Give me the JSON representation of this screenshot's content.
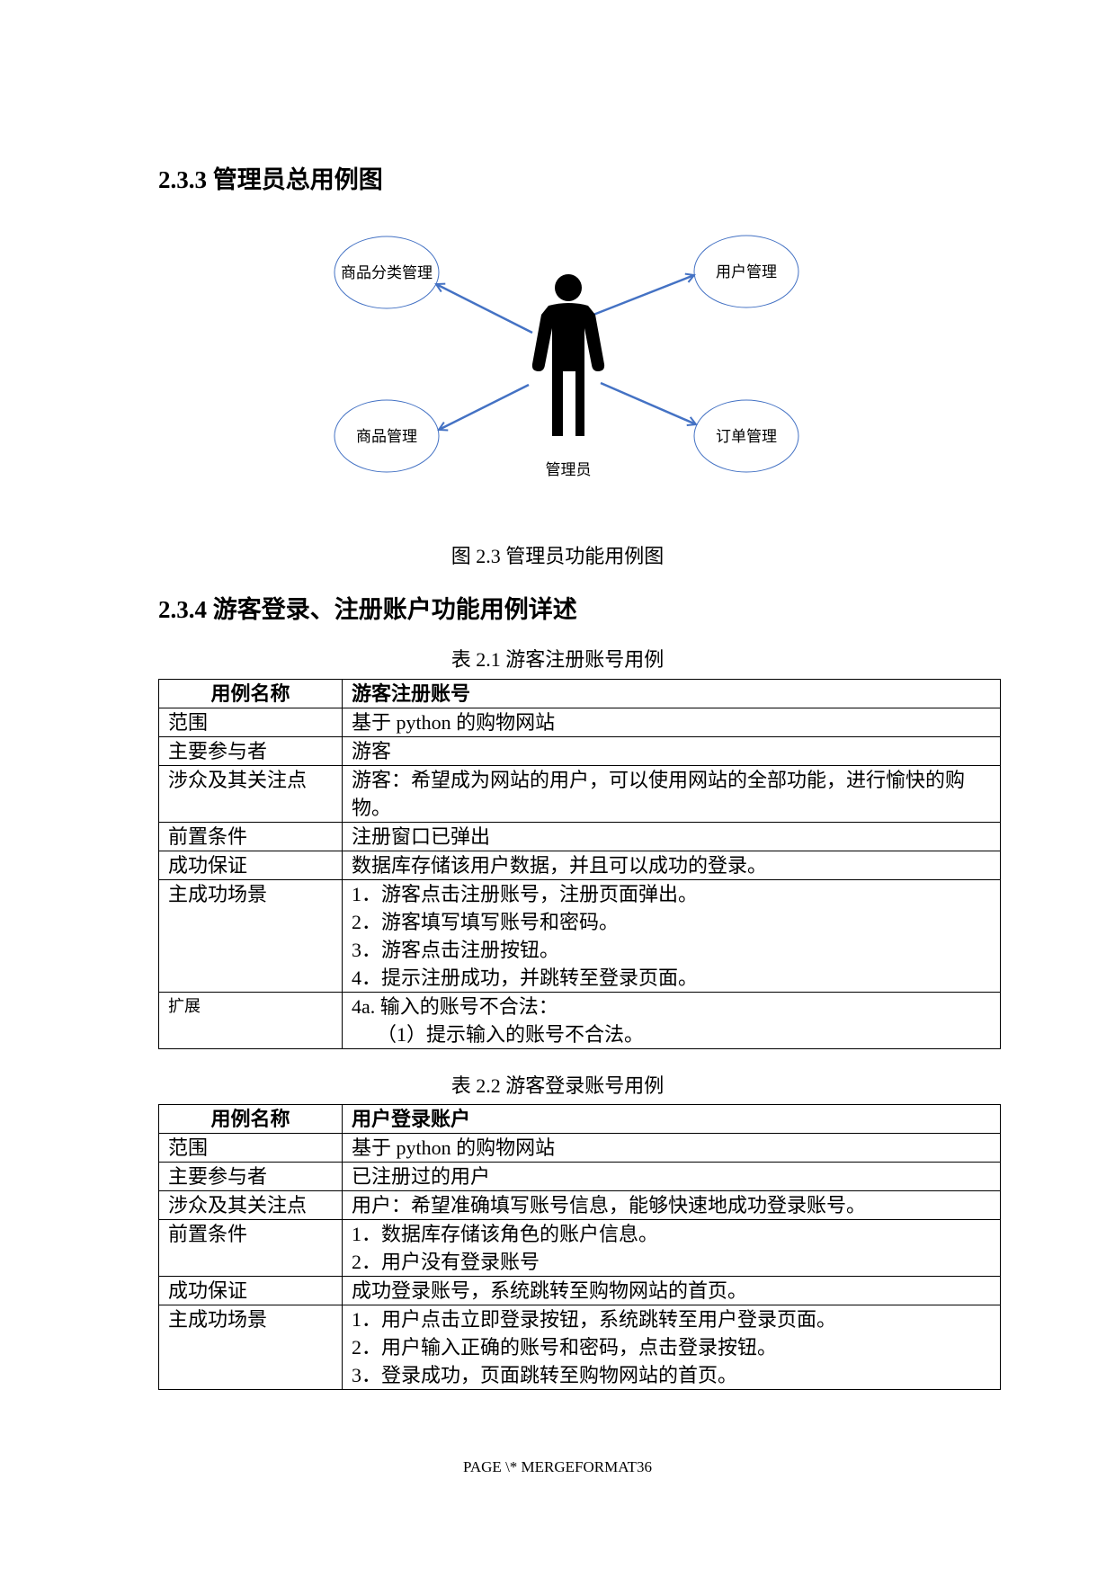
{
  "section_233": {
    "title": "2.3.3 管理员总用例图"
  },
  "diagram": {
    "actor": "管理员",
    "use_cases": [
      {
        "label": "商品分类管理",
        "position": "top-left"
      },
      {
        "label": "用户管理",
        "position": "top-right"
      },
      {
        "label": "商品管理",
        "position": "bottom-left"
      },
      {
        "label": "订单管理",
        "position": "bottom-right"
      }
    ],
    "arrow_color": "#4472C4",
    "ellipse_color": "#4472C4"
  },
  "figure_caption": "图 2.3 管理员功能用例图",
  "section_234": {
    "title": "2.3.4 游客登录、注册账户功能用例详述"
  },
  "table1": {
    "caption": "表 2.1 游客注册账号用例",
    "header": {
      "key": "用例名称",
      "value": "游客注册账号"
    },
    "rows": [
      {
        "key": "范围",
        "lines": [
          "基于 python 的购物网站"
        ]
      },
      {
        "key": "主要参与者",
        "lines": [
          "游客"
        ]
      },
      {
        "key": "涉众及其关注点",
        "lines": [
          "游客：希望成为网站的用户，可以使用网站的全部功能，进行愉快的购物。"
        ]
      },
      {
        "key": "前置条件",
        "lines": [
          "注册窗口已弹出"
        ]
      },
      {
        "key": "成功保证",
        "lines": [
          "数据库存储该用户数据，并且可以成功的登录。"
        ]
      },
      {
        "key": "主成功场景",
        "lines": [
          "1．游客点击注册账号，注册页面弹出。",
          "2．游客填写填写账号和密码。",
          "3．游客点击注册按钮。",
          "4．提示注册成功，并跳转至登录页面。"
        ]
      },
      {
        "key": "扩展",
        "lines": [
          "4a. 输入的账号不合法：",
          "（1）提示输入的账号不合法。"
        ]
      }
    ]
  },
  "table2": {
    "caption": "表 2.2 游客登录账号用例",
    "header": {
      "key": "用例名称",
      "value": "用户登录账户"
    },
    "rows": [
      {
        "key": "范围",
        "lines": [
          "基于 python 的购物网站"
        ]
      },
      {
        "key": "主要参与者",
        "lines": [
          "已注册过的用户"
        ]
      },
      {
        "key": "涉众及其关注点",
        "lines": [
          "用户：希望准确填写账号信息，能够快速地成功登录账号。"
        ]
      },
      {
        "key": "前置条件",
        "lines": [
          "1．数据库存储该角色的账户信息。",
          "2．用户没有登录账号"
        ]
      },
      {
        "key": "成功保证",
        "lines": [
          "成功登录账号，系统跳转至购物网站的首页。"
        ]
      },
      {
        "key": "主成功场景",
        "lines": [
          "1．用户点击立即登录按钮，系统跳转至用户登录页面。",
          "2．用户输入正确的账号和密码，点击登录按钮。",
          "3．登录成功，页面跳转至购物网站的首页。"
        ]
      }
    ]
  },
  "footer": {
    "text": "PAGE   \\* MERGEFORMAT36"
  }
}
